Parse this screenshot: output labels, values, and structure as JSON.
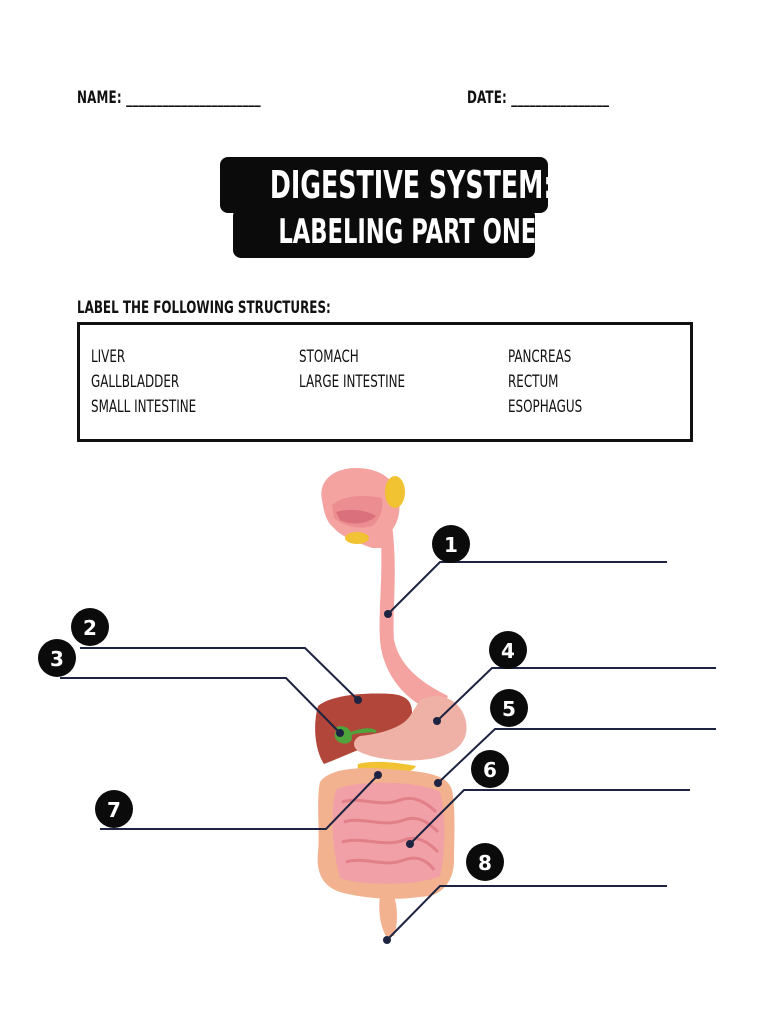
{
  "header": {
    "name_label": "NAME: ______________________",
    "date_label": "DATE: ________________"
  },
  "title": {
    "line1": "DIGESTIVE SYSTEM:",
    "line2": "LABELING PART ONE"
  },
  "instructions": "LABEL THE FOLLOWING STRUCTURES:",
  "word_bank": {
    "column1": [
      "LIVER",
      "GALLBLADDER",
      "SMALL INTESTINE"
    ],
    "column2": [
      "STOMACH",
      "LARGE INTESTINE"
    ],
    "column3": [
      "PANCREAS",
      "RECTUM",
      "ESOPHAGUS"
    ]
  },
  "labels": [
    {
      "number": "1"
    },
    {
      "number": "2"
    },
    {
      "number": "3"
    },
    {
      "number": "4"
    },
    {
      "number": "5"
    },
    {
      "number": "6"
    },
    {
      "number": "7"
    },
    {
      "number": "8"
    }
  ],
  "colors": {
    "organ_pink": "#f4a3a0",
    "liver": "#b3463a",
    "intestine": "#f0a0a6",
    "large_intestine": "#f3b28f",
    "gallbladder": "#4fa33b",
    "pancreas": "#f1c232",
    "leader_line": "#1d2340",
    "badge": "#0b0b0b"
  }
}
